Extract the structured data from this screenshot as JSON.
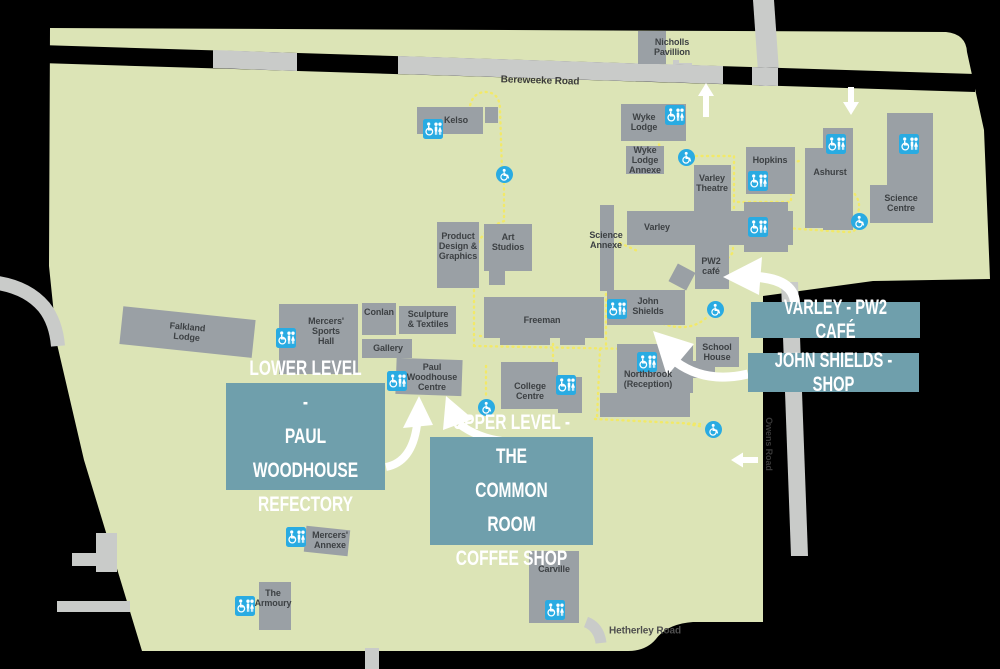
{
  "map": {
    "colors": {
      "background": "#000000",
      "campus_green": "#dce4b6",
      "building_gray": "#9aa0a5",
      "road_gray": "#c9cbc9",
      "icon_blue": "#29abe2",
      "callout_teal": "#6f9fac",
      "path_yellow": "#f2e968",
      "label_dark": "#3d4144",
      "arrow_white": "#ffffff"
    },
    "roads": {
      "bereweeke": "Bereweeke Road",
      "hetherley": "Hetherley Road",
      "owens": "Owens Road"
    },
    "buildings": {
      "nicholls": "Nicholls\nPavillion",
      "kelso": "Kelso",
      "wyke_lodge": "Wyke\nLodge",
      "wyke_lodge_annexe": "Wyke\nLodge\nAnnexe",
      "hopkins": "Hopkins",
      "ashurst": "Ashurst",
      "science_centre": "Science\nCentre",
      "varley_theatre": "Varley\nTheatre",
      "varley": "Varley",
      "pw2_cafe": "PW2\ncafé",
      "science_annexe": "Science\nAnnexe",
      "product_design": "Product\nDesign &\nGraphics",
      "art_studios": "Art\nStudios",
      "freeman": "Freeman",
      "john_shields": "John\nShields",
      "conlan": "Conlan",
      "sculpture_textiles": "Sculpture\n& Textiles",
      "gallery": "Gallery",
      "mercers_sports_hall": "Mercers'\nSports\nHall",
      "falkland_lodge": "Falkland\nLodge",
      "paul_woodhouse": "Paul\nWoodhouse\nCentre",
      "college_centre": "College\nCentre",
      "northbrook": "Northbrook\n(Reception)",
      "school_house": "School\nHouse",
      "mercers_annexe": "Mercers'\nAnnexe",
      "the_armoury": "The\nArmoury",
      "carville": "Carville"
    },
    "callouts": {
      "varley_pw2": "VARLEY - PW2 CAFÉ",
      "john_shields_shop": "JOHN SHIELDS  - SHOP",
      "lower_level": "LOWER LEVEL -\nPAUL WOODHOUSE\nREFECTORY",
      "upper_level": "UPPER LEVEL - THE\nCOMMON ROOM\nCOFFEE SHOP"
    },
    "icons": {
      "accessible_toilet": "accessible-toilet-icon",
      "wheelchair_access": "wheelchair-access-icon"
    }
  }
}
